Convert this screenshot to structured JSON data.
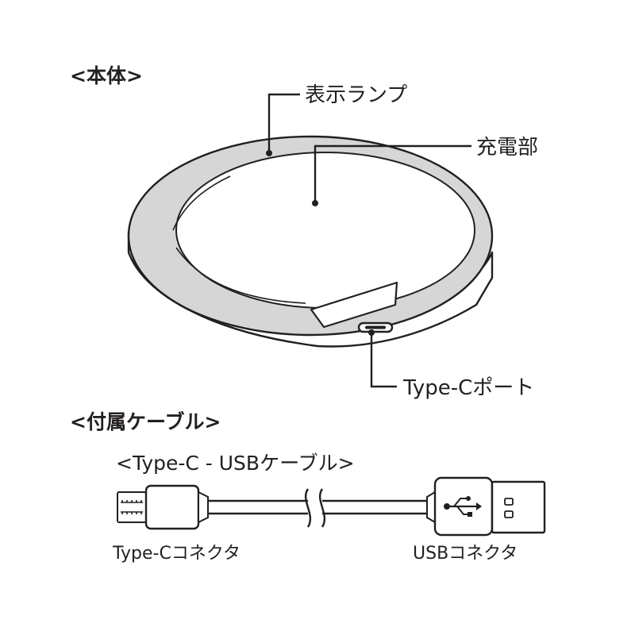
{
  "sections": {
    "main_body": "<本体>",
    "accessories": "<付属ケーブル>",
    "cable_title": "<Type-C - USBケーブル>"
  },
  "callouts": {
    "indicator_lamp": "表示ランプ",
    "charging_area": "充電部",
    "typec_port": "Type-Cポート"
  },
  "connectors": {
    "typec": "Type-Cコネクタ",
    "usb": "USBコネクタ"
  },
  "colors": {
    "ink": "#231f20",
    "ring_fill": "#d6d6d6",
    "body_fill": "#ffffff"
  }
}
